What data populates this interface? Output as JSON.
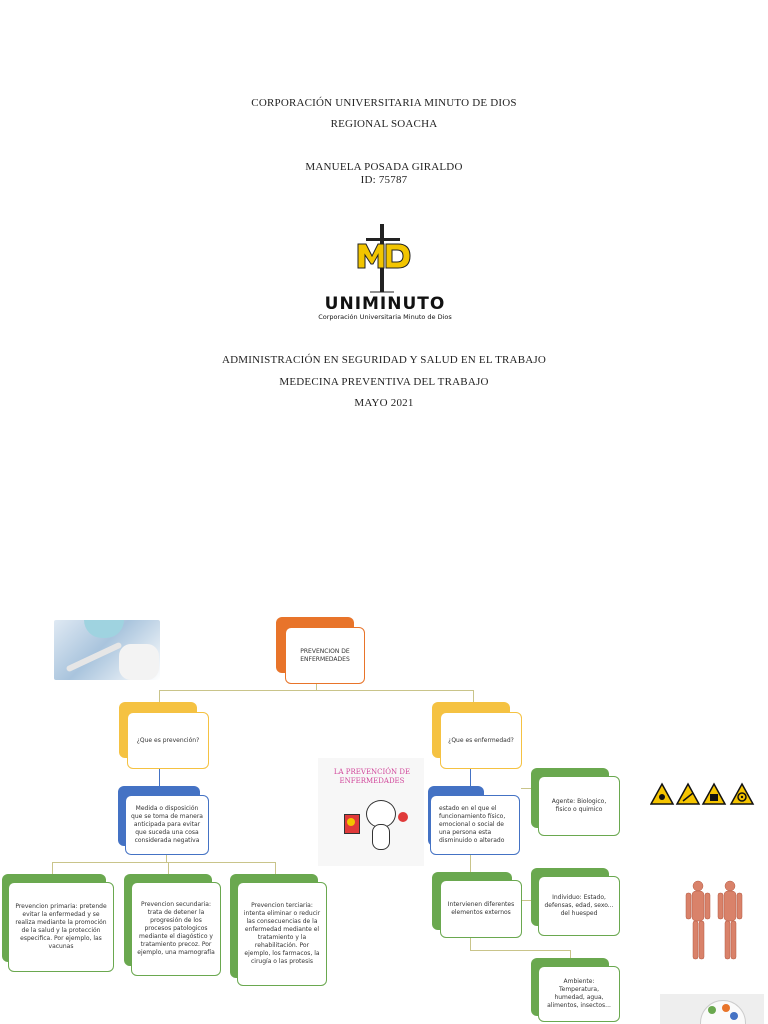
{
  "cover": {
    "institution": "CORPORACIÓN UNIVERSITARIA MINUTO DE DIOS",
    "region": "REGIONAL SOACHA",
    "author": "MANUELA POSADA GIRALDO",
    "student_id": "ID: 75787",
    "logo": {
      "mark": "MD",
      "name": "UNIMINUTO",
      "tagline": "Corporación Universitaria Minuto de Dios"
    },
    "program": "ADMINISTRACIÓN EN SEGURIDAD Y SALUD EN EL TRABAJO",
    "course": "MEDECINA PREVENTIVA DEL TRABAJO",
    "date": "MAYO 2021"
  },
  "map": {
    "root": "PREVENCION DE ENFERMEDADES",
    "left_question": "¿Que es prevención?",
    "left_definition": "Medida o disposición que se toma de manera anticipada para evitar que suceda una cosa considerada negativa",
    "primary": "Prevencion primaria: pretende evitar la enfermedad y se realiza mediante la promoción de la salud y la protección especifica. Por ejemplo, las vacunas",
    "secondary": "Prevencion secundaria: trata de detener la progresión de los procesos patologicos mediante el diagóstico y tratamiento precoz. Por ejemplo, una mamografía",
    "tertiary": "Prevencion terciaria: intenta eliminar o reducir las consecuencias de la enfermedad mediante el tratamiento y la rehabilitación. Por ejemplo, los farmacos, la cirugía o las protesis",
    "right_question": "¿Que es enfermedad?",
    "right_definition": "estado en el que el funcionamiento físico, emocional o social de una persona esta disminuido o alterado",
    "factors_intro": "Intervienen diferentes elementos externos",
    "agent": "Agente: Biologico, fisico o quimico",
    "individual": "Individuo: Estado, defensas, edad, sexo... del huesped",
    "environment": "Ambiente: Temperatura, humedad, agua, alimentos, insectos...",
    "illustration_title": "LA PREVENCIÓN DE ENFERMEDADES"
  },
  "colors": {
    "orange": "#e8742a",
    "yellow": "#f5c242",
    "blue": "#4472c4",
    "green": "#6aa84f",
    "connector": "#c9c48a",
    "logo_yellow": "#f2c500"
  },
  "icons": [
    "vaccine-photo",
    "hazard-icons",
    "anatomy-photo",
    "cartoon-mascot",
    "food-plate-photo"
  ]
}
